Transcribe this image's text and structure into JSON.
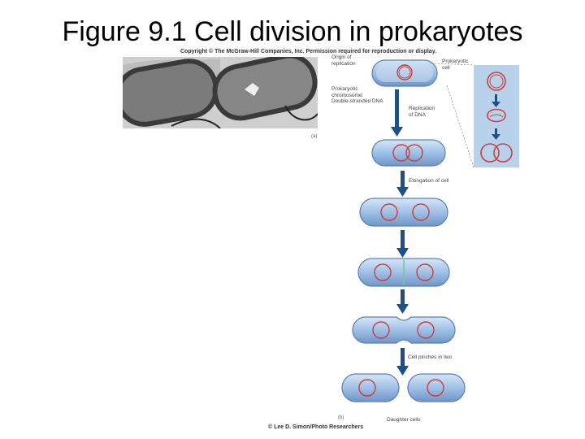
{
  "slide": {
    "title": "Figure 9.1 Cell division in prokaryotes"
  },
  "figure": {
    "copyright": "Copyright © The McGraw-Hill Companies, Inc. Permission required for reproduction or display.",
    "part_a_label": "(a)",
    "part_b_label": "(b)",
    "credit": "© Lee D. Simon/Photo Researchers",
    "labels": {
      "origin": "Origin of\nreplication",
      "prokaryotic_cell": "Prokaryotic\ncell",
      "chromosome": "Prokaryotic\nchromosome:\nDouble-stranded DNA",
      "replication": "Replication\nof DNA",
      "elongation": "Elongation of cell",
      "pinches": "Cell pinches in two",
      "daughter": "Daughter cells"
    }
  },
  "colors": {
    "cell_fill": "#9fc0e6",
    "cell_border": "#5a7fb0",
    "dna": "#c8403c",
    "arrow": "#1e4f86",
    "inset_bg": "#b9d2ec"
  }
}
